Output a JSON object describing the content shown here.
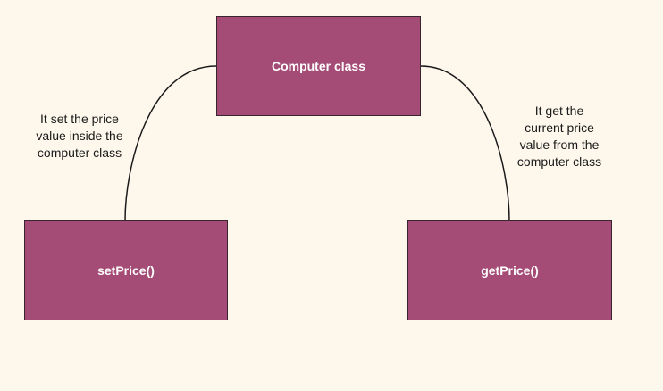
{
  "colors": {
    "background": "#fdf7ec",
    "box_fill": "#a44c76",
    "box_border": "#3a2430",
    "connector": "#1a1a1a"
  },
  "nodes": {
    "computer_class": {
      "label": "Computer class"
    },
    "set_price": {
      "label": "setPrice()"
    },
    "get_price": {
      "label": "getPrice()"
    }
  },
  "annotations": {
    "set_price": [
      "It set the price",
      "value inside the",
      "computer class"
    ],
    "get_price": [
      "It get the",
      "current price",
      "value from the",
      "computer class"
    ]
  }
}
